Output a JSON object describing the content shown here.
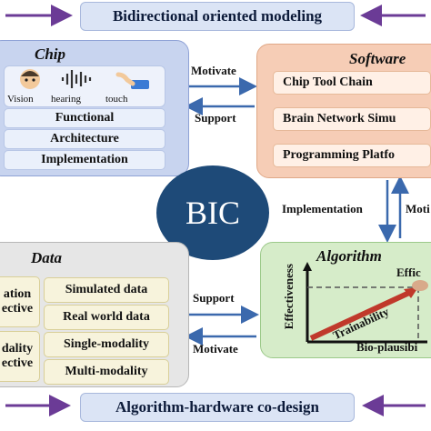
{
  "top_banner": "Bidirectional oriented modeling",
  "bottom_banner": "Algorithm-hardware co-design",
  "center": "BIC",
  "chip": {
    "title": "Chip",
    "senses": [
      "Vision",
      "hearing",
      "touch"
    ],
    "layers": [
      "Functional",
      "Architecture",
      "Implementation"
    ]
  },
  "software": {
    "title": "Software",
    "items": [
      "Chip Tool Chain",
      "Brain Network Simu",
      "Programming Platfo"
    ]
  },
  "data": {
    "title": "Data",
    "left_partial": [
      "ation",
      "ective",
      "dality",
      "ective"
    ],
    "items": [
      "Simulated data",
      "Real world data",
      "Single-modality",
      "Multi-modality"
    ]
  },
  "algorithm": {
    "title": "Algorithm",
    "y_axis": "Effectiveness",
    "x_axis": "Bio-plausibi",
    "diag": "Trainability",
    "corner": "Effic"
  },
  "arrows": {
    "chip_software_top": "Motivate",
    "chip_software_bottom": "Support",
    "data_algo_top": "Support",
    "data_algo_bottom": "Motivate",
    "software_algo_left": "Implementation",
    "software_algo_right": "Moti"
  },
  "colors": {
    "arrow": "#3b69ad",
    "purple": "#6b3b96",
    "bic": "#1e4a78"
  }
}
